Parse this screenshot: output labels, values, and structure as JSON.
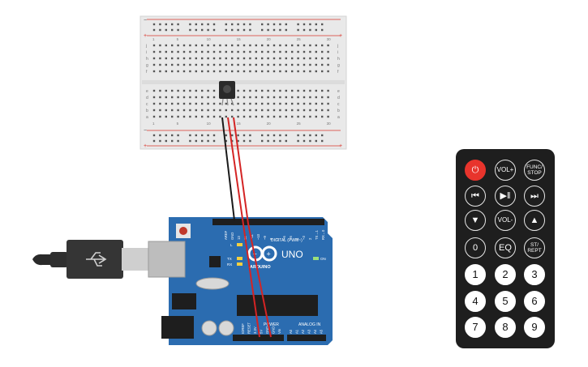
{
  "breadboard": {
    "row_letters_top": [
      "j",
      "i",
      "h",
      "g",
      "f"
    ],
    "row_letters_bottom": [
      "e",
      "d",
      "c",
      "b",
      "a"
    ],
    "column_numbers": [
      "1",
      "5",
      "10",
      "15",
      "20",
      "25",
      "30"
    ],
    "rail_plus": "+",
    "rail_minus": "−"
  },
  "arduino": {
    "brand": "ARDUINO",
    "model": "UNO",
    "digital_label": "DIGITAL (PWM~)",
    "power_label": "POWER",
    "analog_label": "ANALOG IN",
    "on_label": "ON",
    "tx_label": "TX",
    "rx_label": "RX",
    "l_label": "L",
    "top_pin_labels": [
      "AREF",
      "GND",
      "13",
      "12",
      "~11",
      "~10",
      "~9",
      "8",
      "7",
      "~6",
      "~5",
      "4",
      "~3",
      "2",
      "TX→1",
      "RX←0"
    ],
    "power_pin_labels": [
      "IOREF",
      "RESET",
      "3.3V",
      "5V",
      "GND",
      "GND",
      "Vin"
    ],
    "analog_pin_labels": [
      "A0",
      "A1",
      "A2",
      "A3",
      "A4",
      "A5"
    ]
  },
  "remote": {
    "buttons": [
      {
        "name": "power-button",
        "label": "⏻",
        "style": "power"
      },
      {
        "name": "vol-up-button",
        "label": "VOL+",
        "style": "ring"
      },
      {
        "name": "func-stop-button",
        "label": "FUNC/\nSTOP",
        "style": "ring-small"
      },
      {
        "name": "prev-button",
        "label": "⏮",
        "style": "ring"
      },
      {
        "name": "play-pause-button",
        "label": "▶‖",
        "style": "ring"
      },
      {
        "name": "next-button",
        "label": "⏭",
        "style": "ring"
      },
      {
        "name": "down-button",
        "label": "▼",
        "style": "ring"
      },
      {
        "name": "vol-down-button",
        "label": "VOL-",
        "style": "ring"
      },
      {
        "name": "up-button",
        "label": "▲",
        "style": "ring"
      },
      {
        "name": "zero-button",
        "label": "0",
        "style": "ring"
      },
      {
        "name": "eq-button",
        "label": "EQ",
        "style": "ring"
      },
      {
        "name": "st-rept-button",
        "label": "ST/\nREPT",
        "style": "ring-small"
      },
      {
        "name": "one-button",
        "label": "1",
        "style": "num"
      },
      {
        "name": "two-button",
        "label": "2",
        "style": "num"
      },
      {
        "name": "three-button",
        "label": "3",
        "style": "num"
      },
      {
        "name": "four-button",
        "label": "4",
        "style": "num"
      },
      {
        "name": "five-button",
        "label": "5",
        "style": "num"
      },
      {
        "name": "six-button",
        "label": "6",
        "style": "num"
      },
      {
        "name": "seven-button",
        "label": "7",
        "style": "num"
      },
      {
        "name": "eight-button",
        "label": "8",
        "style": "num"
      },
      {
        "name": "nine-button",
        "label": "9",
        "style": "num"
      }
    ]
  },
  "colors": {
    "board": "#2b6cb0",
    "board_dark": "#1f5a9a",
    "breadboard": "#e9e9e9",
    "rail_red": "#d9342b",
    "wire_red": "#d42424",
    "wire_black": "#1a1a1a",
    "remote_body": "#1e1e1e",
    "power_button": "#e8342c"
  }
}
